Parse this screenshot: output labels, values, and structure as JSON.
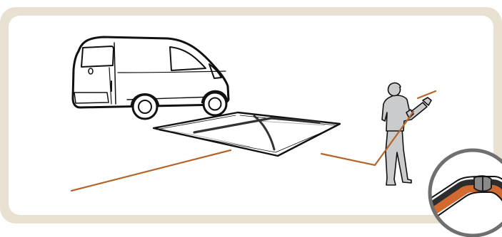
{
  "illustration": {
    "subjects": [
      "van",
      "tent-ground-sheet",
      "person",
      "tent-pole-connector-detail"
    ],
    "colors": {
      "frame": "#e8e0d0",
      "panel": "#ffffff",
      "outline": "#111111",
      "accent_line": "#b5652a",
      "person_fill": "#c9cbcc",
      "van_fill": "#ffffff",
      "magnifier_ring": "#6f6f6f",
      "pole_dark": "#2d2d2d",
      "pole_orange": "#d26a2f"
    }
  }
}
